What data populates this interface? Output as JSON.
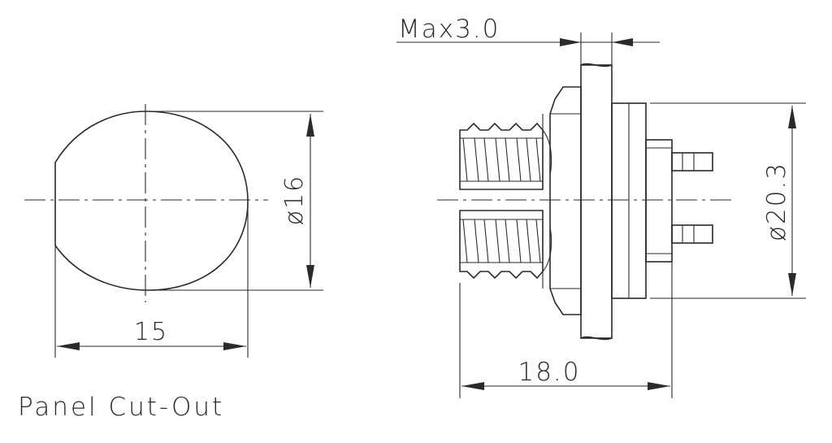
{
  "panel_cutout": {
    "title": "Panel Cut-Out",
    "dim_width": "15",
    "dim_diameter": "ø16"
  },
  "connector": {
    "dim_max_thickness": "Max3.0",
    "dim_length": "18.0",
    "dim_flange_diameter": "ø20.3"
  }
}
